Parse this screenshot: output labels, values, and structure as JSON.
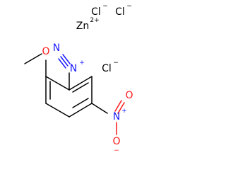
{
  "molecule": {
    "atoms": {
      "cl1": {
        "symbol": "Cl",
        "charge": "−",
        "color": "#000000"
      },
      "cl2": {
        "symbol": "Cl",
        "charge": "−",
        "color": "#000000"
      },
      "zn": {
        "symbol": "Zn",
        "charge": "2+",
        "color": "#000000"
      },
      "cl3": {
        "symbol": "Cl",
        "charge": "−",
        "color": "#000000"
      },
      "n_terminal": {
        "symbol": "N",
        "color": "#1a1aff"
      },
      "n_diazo": {
        "symbol": "N",
        "charge": "+",
        "color": "#1a1aff"
      },
      "o_methoxy": {
        "symbol": "O",
        "color": "#ff1a1a"
      },
      "n_nitro": {
        "symbol": "N",
        "charge": "+",
        "color": "#1a1aff"
      },
      "o_nitro_top": {
        "symbol": "O",
        "color": "#ff1a1a"
      },
      "o_nitro_bottom": {
        "symbol": "O",
        "charge": "−",
        "color": "#ff1a1a"
      }
    }
  }
}
